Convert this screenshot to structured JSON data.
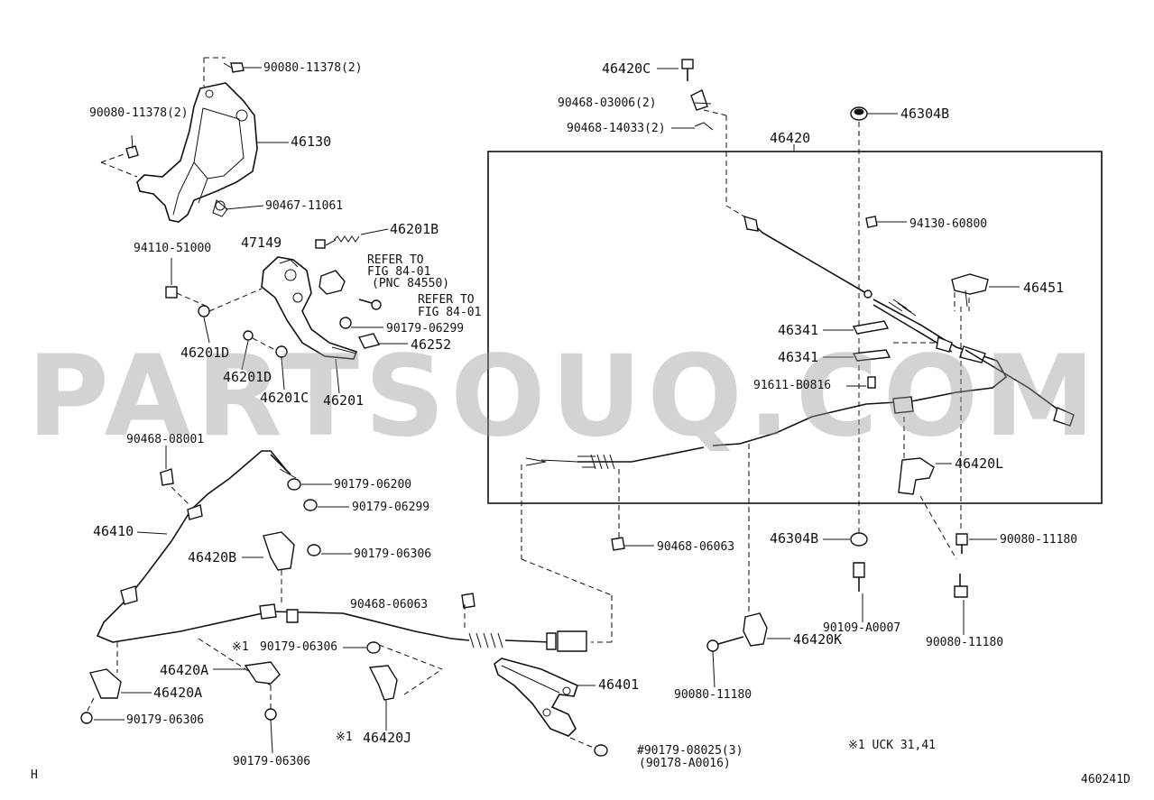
{
  "labels": {
    "l90080_11378_a": "90080-11378(2)",
    "l90080_11378_b": "90080-11378(2)",
    "l46130": "46130",
    "l90467_11061": "90467-11061",
    "l47149": "47149",
    "l46201B": "46201B",
    "l94110_51000": "94110-51000",
    "refer1_a": "REFER TO",
    "refer1_b": "FIG 84-01",
    "refer1_c": "(PNC 84550)",
    "refer2_a": "REFER TO",
    "refer2_b": "FIG 84-01",
    "l90179_06299_a": "90179-06299",
    "l46252": "46252",
    "l46201D_a": "46201D",
    "l46201D_b": "46201D",
    "l46201C": "46201C",
    "l46201": "46201",
    "l46420C": "46420C",
    "l90468_03006": "90468-03006(2)",
    "l90468_14033": "90468-14033(2)",
    "l46304B_a": "46304B",
    "l46420": "46420",
    "l94130_60800": "94130-60800",
    "l46451": "46451",
    "l46341_a": "46341",
    "l46341_b": "46341",
    "l91611_B0816": "91611-B0816",
    "l46420L": "46420L",
    "l90468_08001": "90468-08001",
    "l90179_06200": "90179-06200",
    "l90179_06299_b": "90179-06299",
    "l46410": "46410",
    "l46420B": "46420B",
    "l90179_06306_a": "90179-06306",
    "l90468_06063_a": "90468-06063",
    "l46304B_b": "46304B",
    "l90080_11180_a": "90080-11180",
    "l90109_A0007": "90109-A0007",
    "l90080_11180_b": "90080-11180",
    "l90468_06063_b": "90468-06063",
    "l46420K": "46420K",
    "l90179_06306_b": "90179-06306",
    "l46420A_a": "46420A",
    "l46420A_b": "46420A",
    "l46401": "46401",
    "l90080_11180_c": "90080-11180",
    "l90179_06306_c": "90179-06306",
    "l46420J": "46420J",
    "l90179_06306_d": "90179-06306",
    "l90179_08025": "#90179-08025(3)",
    "l90178_A0016": "(90178-A0016)",
    "note_uck": "※1 UCK 31,41",
    "mark1_a": "※1",
    "mark1_b": "※1",
    "corner_h": "H",
    "diagram_code": "460241D"
  },
  "watermark": "PARTSOUQ.COM",
  "colors": {
    "line": "#111111",
    "watermark": "#969696",
    "background": "#ffffff"
  }
}
